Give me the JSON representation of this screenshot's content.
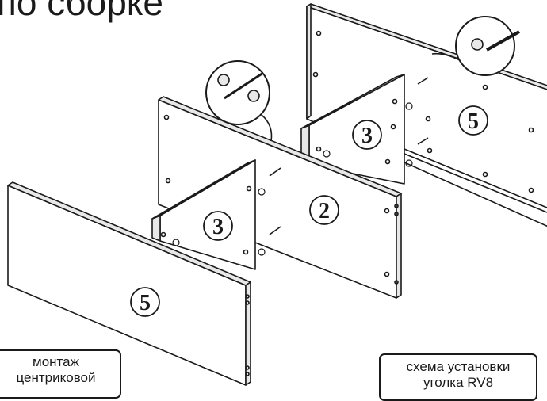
{
  "title": "по сборке",
  "parts": [
    {
      "part": "5",
      "name": "panel-5-front"
    },
    {
      "part": "2",
      "name": "panel-2-middle"
    },
    {
      "part": "3",
      "name": "panel-3-left"
    },
    {
      "part": "3",
      "name": "panel-3-right"
    },
    {
      "part": "5",
      "name": "panel-5-back"
    }
  ],
  "note_left": {
    "line1": "монтаж",
    "line2": "центриковой"
  },
  "note_right": {
    "line1": "схема установки",
    "line2": "уголка RV8"
  },
  "icons": [
    "cam-lock-icon",
    "dowel-pin-icon",
    "connector-detail-icon"
  ],
  "colors": {
    "line": "#1a1a1a",
    "panel": "#ffffff",
    "shade": "#e8e8e8"
  }
}
